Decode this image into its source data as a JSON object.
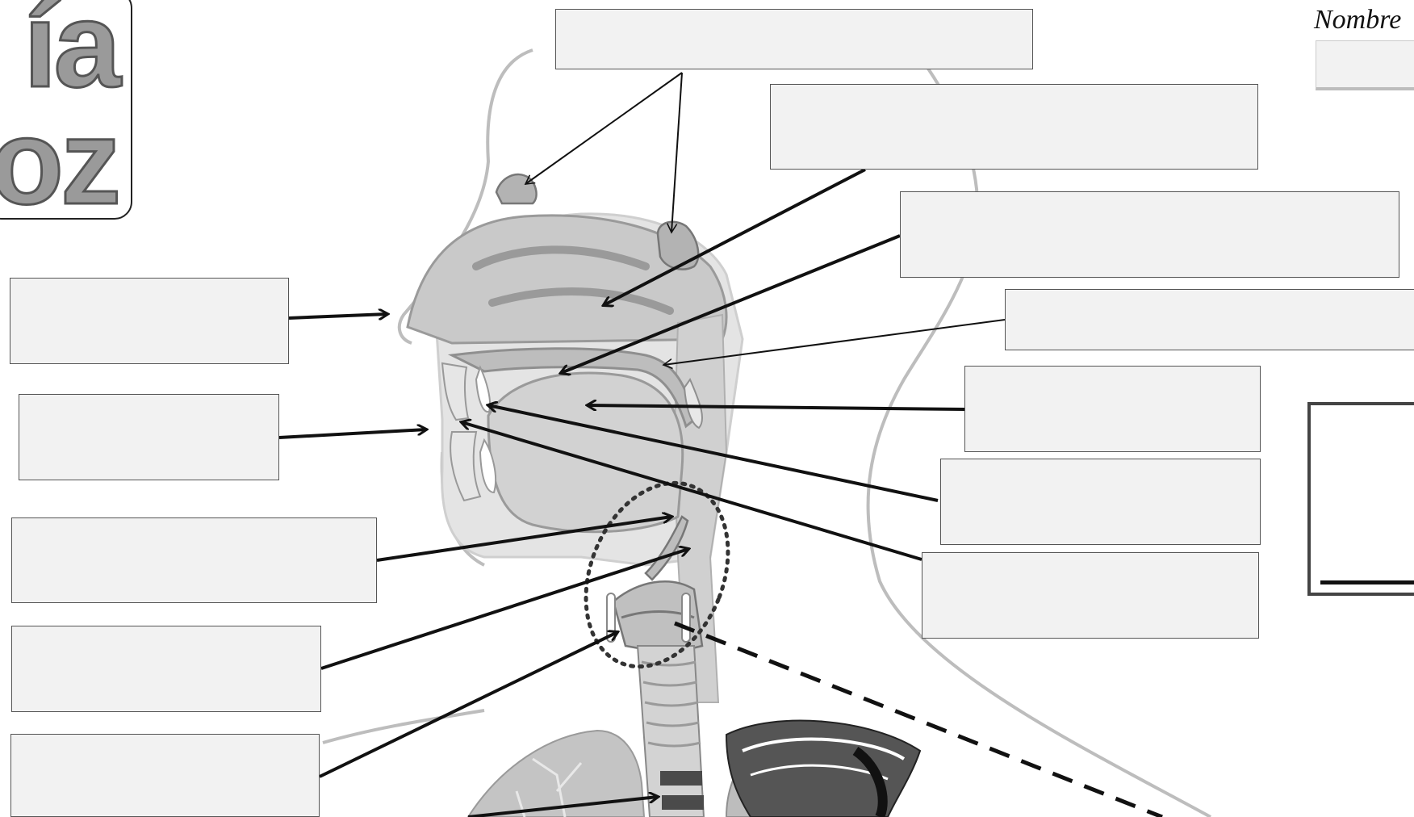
{
  "worksheet": {
    "logo": {
      "line1": "ía",
      "line2": "oz"
    },
    "name_label": "Nombre",
    "name_field_value": "",
    "grade_value": ""
  },
  "labels": {
    "box_1": "",
    "box_2": "",
    "box_3": "",
    "box_4": "",
    "box_5": "",
    "box_6": "",
    "box_7": "",
    "box_8": "",
    "box_9": "",
    "box_10": "",
    "box_11": "",
    "box_12": "",
    "box_13": "",
    "box_14": ""
  },
  "colors": {
    "box_fill": "#f2f2f2",
    "box_border": "#555555",
    "arrow": "#111111",
    "anatomy_light": "#d6d6d6",
    "anatomy_mid": "#bdbdbd",
    "anatomy_dark": "#8f8f8f"
  }
}
